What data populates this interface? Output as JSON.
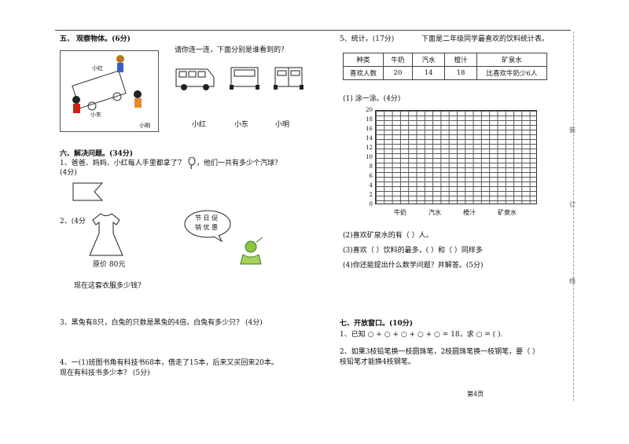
{
  "s5": {
    "title": "五、   观察物体。(6分)",
    "instruction": "请你连一连，下面分别是谁看到的？",
    "scene_labels": [
      "小红",
      "小东",
      "小明"
    ],
    "names": [
      "小红",
      "小东",
      "小明"
    ]
  },
  "s6": {
    "title": "六、解决问题。(34分)",
    "q1": "1、爸爸、妈妈、小红每人手里都拿了7",
    "q1_tail": "，他们一共有多少个汽球？",
    "q1_points": "(4分)",
    "q2": "2、(4分",
    "bubble": [
      "节 日 促",
      "销 优 惠"
    ],
    "price": "原价   80元",
    "q2_ask": "现在这套衣服多少钱？",
    "q3": "3、黑兔有8只，白兔的只数是黑兔的4倍。白兔有多少只？  (4分)",
    "q4_a": "4、一(1)班图书角有科技书68本，借走了15本，后来又买回来20本。",
    "q4_b": "现在有科技书多少本？ (5分)"
  },
  "stats": {
    "title": "5、统计。(17分)",
    "caption": "下面是二年级同学最喜欢的饮料统计表。",
    "header": [
      "种类",
      "牛奶",
      "汽水",
      "橙汁",
      "矿泉水"
    ],
    "row": [
      "喜欢人数",
      "20",
      "14",
      "18",
      "比喜欢牛奶少6人"
    ],
    "sub1": "(1)  涂一涂。(4分)",
    "q2": "(2)喜欢矿泉水的有（          ）人。",
    "q3a": "(3)喜欢（        ）饮料的最多，(        ）和（        ）同样多",
    "q4": "(4)你还能提出什么数学问题？并解答。(5分)"
  },
  "chart_data": {
    "type": "bar",
    "categories": [
      "牛奶",
      "汽水",
      "橙汁",
      "矿泉水"
    ],
    "values": [],
    "yticks": [
      "0",
      "2",
      "4",
      "6",
      "8",
      "10",
      "12",
      "14",
      "16",
      "18",
      "20"
    ],
    "ylim": [
      0,
      20
    ]
  },
  "s7": {
    "title": "七、开放窗口。(10分)",
    "q1": "1、已知  ○ + ○ + ○ + ○ + ○ = 18，求 ○ = (          ).",
    "q2_a": "2、如果3枝铅笔换一枝圆珠笔，2枝圆珠笔换一枝钢笔，要（        ）",
    "q2_b": "枝铅笔才能换4枝钢笔。"
  },
  "footer": {
    "page": "第4页"
  },
  "binding_margin": [
    "装",
    "订",
    "线"
  ]
}
